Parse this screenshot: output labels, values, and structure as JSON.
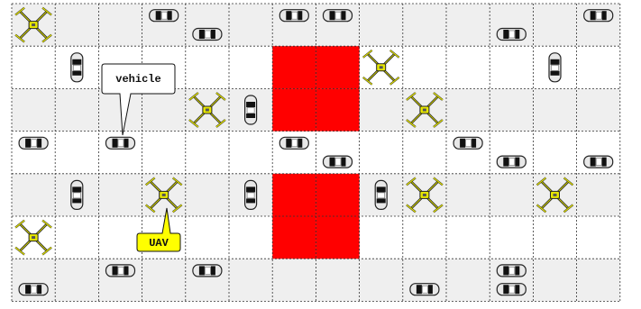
{
  "grid": {
    "rows": 7,
    "cols": 14,
    "colors": {
      "band_light": "#efefef",
      "band_white": "#ffffff",
      "obstacle": "#ff0000",
      "grid_line": "#333333",
      "uav_callout_fill": "#ffff00"
    },
    "light_rows": [
      0,
      2,
      4,
      6
    ],
    "obstacles": [
      {
        "row": 1,
        "col": 6
      },
      {
        "row": 1,
        "col": 7
      },
      {
        "row": 2,
        "col": 6
      },
      {
        "row": 2,
        "col": 7
      },
      {
        "row": 4,
        "col": 6
      },
      {
        "row": 4,
        "col": 7
      },
      {
        "row": 5,
        "col": 6
      },
      {
        "row": 5,
        "col": 7
      }
    ]
  },
  "vehicles": [
    {
      "row": 0,
      "col": 3,
      "slot": "top",
      "orient": "h"
    },
    {
      "row": 0,
      "col": 4,
      "slot": "bottom",
      "orient": "h"
    },
    {
      "row": 0,
      "col": 6,
      "slot": "top",
      "orient": "h"
    },
    {
      "row": 0,
      "col": 7,
      "slot": "top",
      "orient": "h"
    },
    {
      "row": 0,
      "col": 11,
      "slot": "bottom",
      "orient": "h"
    },
    {
      "row": 0,
      "col": 13,
      "slot": "top",
      "orient": "h"
    },
    {
      "row": 1,
      "col": 1,
      "slot": "mid",
      "orient": "v"
    },
    {
      "row": 1,
      "col": 12,
      "slot": "mid",
      "orient": "v"
    },
    {
      "row": 2,
      "col": 5,
      "slot": "mid",
      "orient": "v"
    },
    {
      "row": 3,
      "col": 0,
      "slot": "top",
      "orient": "h"
    },
    {
      "row": 3,
      "col": 2,
      "slot": "top",
      "orient": "h"
    },
    {
      "row": 3,
      "col": 6,
      "slot": "top",
      "orient": "h"
    },
    {
      "row": 3,
      "col": 7,
      "slot": "bottom",
      "orient": "h"
    },
    {
      "row": 3,
      "col": 10,
      "slot": "top",
      "orient": "h"
    },
    {
      "row": 3,
      "col": 11,
      "slot": "bottom",
      "orient": "h"
    },
    {
      "row": 3,
      "col": 13,
      "slot": "bottom",
      "orient": "h"
    },
    {
      "row": 4,
      "col": 1,
      "slot": "mid",
      "orient": "v"
    },
    {
      "row": 4,
      "col": 5,
      "slot": "mid",
      "orient": "v"
    },
    {
      "row": 4,
      "col": 8,
      "slot": "mid",
      "orient": "v"
    },
    {
      "row": 6,
      "col": 0,
      "slot": "bottom",
      "orient": "h"
    },
    {
      "row": 6,
      "col": 2,
      "slot": "top",
      "orient": "h"
    },
    {
      "row": 6,
      "col": 4,
      "slot": "top",
      "orient": "h"
    },
    {
      "row": 6,
      "col": 9,
      "slot": "bottom",
      "orient": "h"
    },
    {
      "row": 6,
      "col": 11,
      "slot": "top",
      "orient": "h"
    },
    {
      "row": 6,
      "col": 11,
      "slot": "bottom",
      "orient": "h"
    }
  ],
  "uavs": [
    {
      "row": 0,
      "col": 0
    },
    {
      "row": 1,
      "col": 8
    },
    {
      "row": 2,
      "col": 4
    },
    {
      "row": 2,
      "col": 9
    },
    {
      "row": 4,
      "col": 3
    },
    {
      "row": 4,
      "col": 9
    },
    {
      "row": 4,
      "col": 12
    },
    {
      "row": 5,
      "col": 0
    }
  ],
  "callouts": {
    "vehicle": {
      "text": "vehicle",
      "row": 3,
      "col": 2
    },
    "uav": {
      "text": "UAV",
      "row": 4,
      "col": 3
    }
  }
}
